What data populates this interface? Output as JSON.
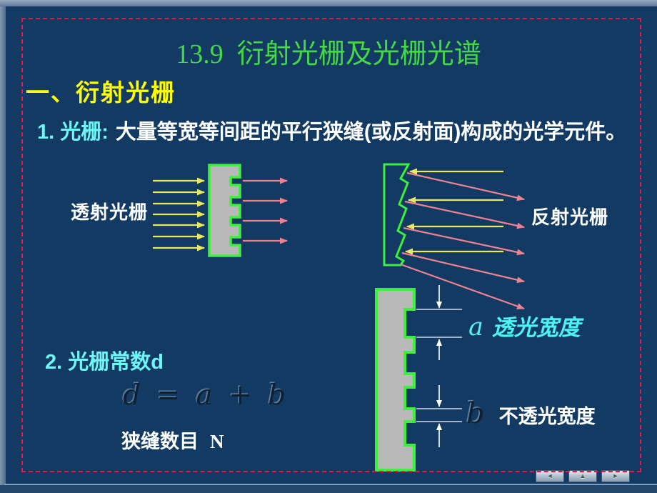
{
  "slide": {
    "title": "13.9  衍射光栅及光栅光谱",
    "section_heading": "一、衍射光栅",
    "point1": {
      "label": "1. 光栅:",
      "text": "大量等宽等间距的平行狭缝(或反射面)构成的光学元件。"
    },
    "diagrams": {
      "transmission_label": "透射光栅",
      "reflection_label": "反射光栅",
      "dim_a_symbol": "a",
      "dim_a_label": "透光宽度",
      "dim_b_symbol": "b",
      "dim_b_label": "不透光宽度"
    },
    "point2": {
      "label": "2. 光栅常数d",
      "formula": "d = a + b",
      "slit_count_label": "狭缝数目",
      "slit_count_symbol": "N"
    }
  },
  "nav_buttons": {
    "back": "◄",
    "home": "▲",
    "forward": "►"
  },
  "colors": {
    "slide_background": "#123a62",
    "title_green": "#46d746",
    "heading_yellow": "#ffff00",
    "accent_cyan": "#6ef6f6",
    "body_white": "#ffffff",
    "grating_gray": "#b9b9b9",
    "grating_outline_green": "#3cf03c",
    "incident_ray_yellow": "#ece85e",
    "diffracted_ray_pink": "#ef8292",
    "border_red": "#ea1540"
  }
}
